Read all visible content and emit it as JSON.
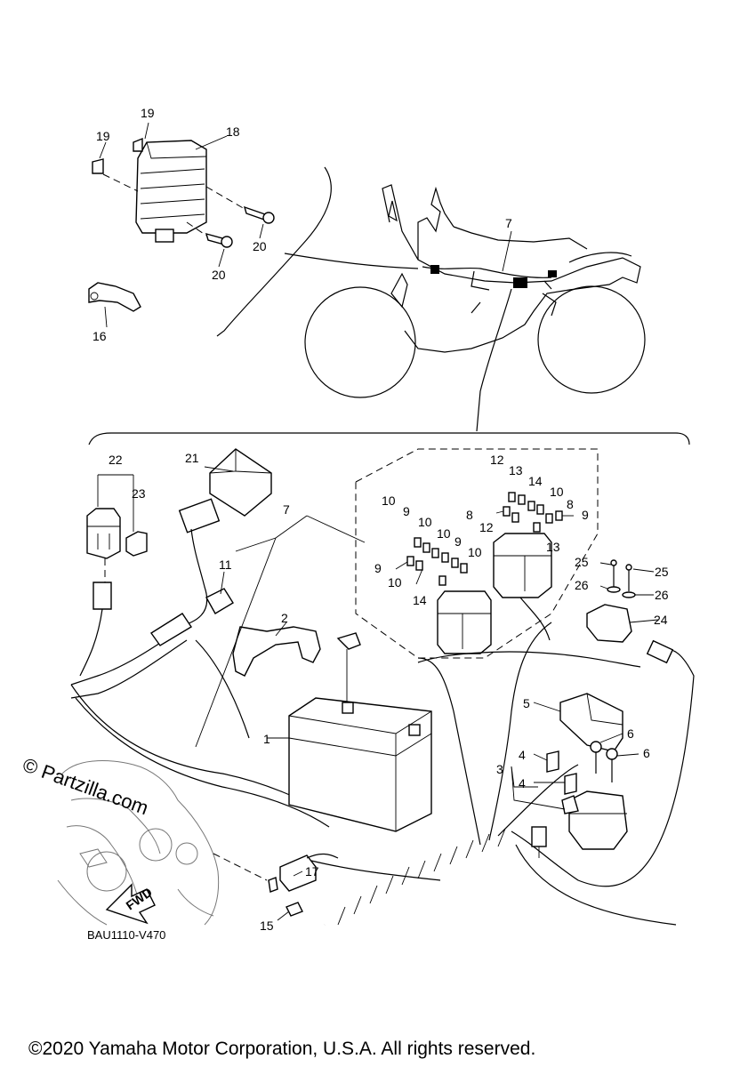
{
  "callouts": [
    "1",
    "2",
    "3",
    "4",
    "4",
    "5",
    "6",
    "6",
    "7",
    "7",
    "8",
    "8",
    "9",
    "9",
    "9",
    "9",
    "10",
    "10",
    "10",
    "10",
    "10",
    "10",
    "10",
    "11",
    "12",
    "12",
    "13",
    "13",
    "14",
    "14",
    "15",
    "16",
    "17",
    "18",
    "19",
    "19",
    "20",
    "20",
    "21",
    "22",
    "23",
    "24",
    "25",
    "25",
    "26",
    "26"
  ],
  "watermark": "© Partzilla.com",
  "fwd_label": "FWD",
  "diagram_code": "BAU1110-V470",
  "copyright": "©2020 Yamaha Motor Corporation, U.S.A. All rights reserved."
}
